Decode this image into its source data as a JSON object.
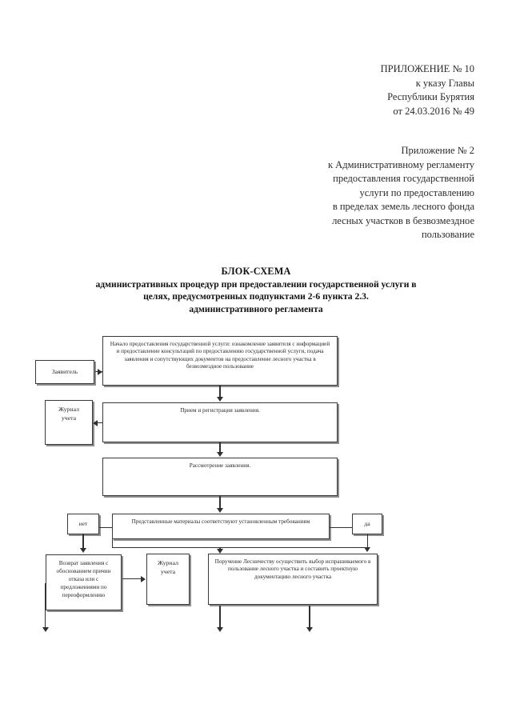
{
  "document": {
    "header_decree": {
      "lines": [
        "ПРИЛОЖЕНИЕ № 10",
        "к указу Главы",
        "Республики Бурятия",
        "от 24.03.2016  № 49"
      ]
    },
    "header_regulation": {
      "lines": [
        "Приложение № 2",
        "к Административному регламенту",
        "предоставления государственной",
        "услуги по предоставлению",
        "в пределах земель лесного фонда",
        "лесных участков в безвозмездное",
        "пользование"
      ]
    },
    "title": {
      "main": "БЛОК-СХЕМА",
      "lines": [
        "административных процедур при предоставлении государственной услуги в",
        "целях, предусмотренных подпунктами 2-6 пункта 2.3.",
        "административного регламента"
      ]
    }
  },
  "chart_data": {
    "type": "diagram",
    "title": "БЛОК-СХЕМА административных процедур при предоставлении государственной услуги",
    "nodes": [
      {
        "id": "applicant",
        "label": "Заявитель",
        "shape": "rect"
      },
      {
        "id": "start",
        "label": "Начало предоставления государственной услуги: ознакомление заявителя с информацией и предоставление консультаций по предоставлению государственной услуги, подача заявления и сопутствующих документов на предоставление лесного участка в безвозмездное пользование",
        "shape": "rect"
      },
      {
        "id": "journal1",
        "label": "Журнал учета",
        "shape": "rect"
      },
      {
        "id": "receive",
        "label": "Прием и регистрация заявления.",
        "shape": "rect"
      },
      {
        "id": "review",
        "label": "Рассмотрение заявления.",
        "shape": "rect"
      },
      {
        "id": "no",
        "label": "нет",
        "shape": "rect"
      },
      {
        "id": "check",
        "label": "Представленные материалы соответствуют установленным требованиям",
        "shape": "rect"
      },
      {
        "id": "yes",
        "label": "да",
        "shape": "rect"
      },
      {
        "id": "return",
        "label": "Возврат заявления с обоснованием причин отказа или с предложениями по переоформлению",
        "shape": "rect"
      },
      {
        "id": "journal2",
        "label": "Журнал учета",
        "shape": "rect"
      },
      {
        "id": "assign",
        "label": "Поручение Лесничеству осуществить выбор испрашиваемого в пользование лесного участка и составить проектную документацию лесного участка",
        "shape": "rect"
      }
    ],
    "edges": [
      {
        "from": "applicant",
        "to": "start",
        "direction": "right"
      },
      {
        "from": "start",
        "to": "receive",
        "direction": "down"
      },
      {
        "from": "receive",
        "to": "journal1",
        "direction": "left"
      },
      {
        "from": "receive",
        "to": "review",
        "direction": "down"
      },
      {
        "from": "review",
        "to": "check",
        "direction": "down"
      },
      {
        "from": "check",
        "to": "no",
        "direction": "left"
      },
      {
        "from": "check",
        "to": "yes",
        "direction": "right"
      },
      {
        "from": "no",
        "to": "return",
        "direction": "down"
      },
      {
        "from": "yes",
        "to": "assign",
        "direction": "down"
      },
      {
        "from": "check",
        "to": "assign",
        "direction": "down"
      },
      {
        "from": "return",
        "to": "journal2",
        "direction": "right"
      },
      {
        "from": "return",
        "to": "continues-below",
        "direction": "down"
      },
      {
        "from": "assign",
        "to": "continues-below",
        "direction": "down"
      }
    ]
  }
}
